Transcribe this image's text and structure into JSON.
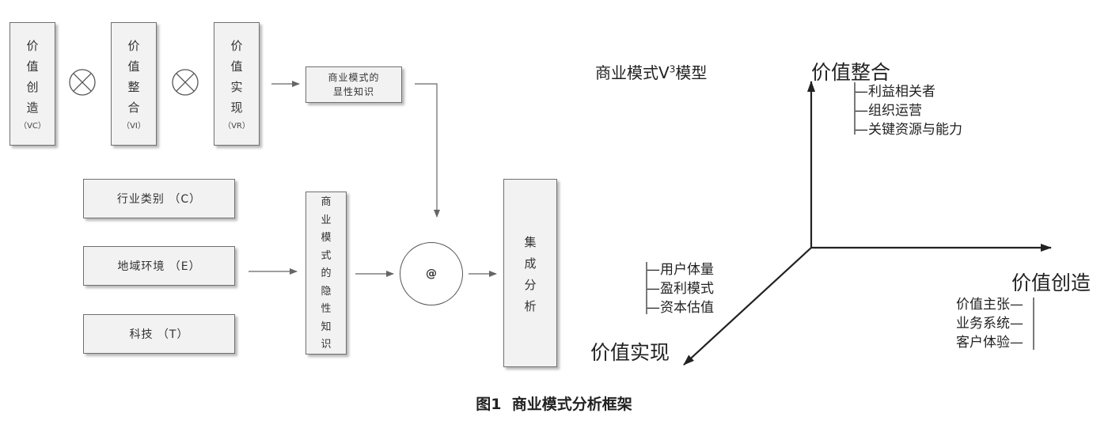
{
  "left_diagram": {
    "value_creation": {
      "chars": [
        "价",
        "值",
        "创",
        "造"
      ],
      "code": "（VC）"
    },
    "value_integration": {
      "chars": [
        "价",
        "值",
        "整",
        "合"
      ],
      "code": "（VI）"
    },
    "value_realization": {
      "chars": [
        "价",
        "值",
        "实",
        "现"
      ],
      "code": "（VR）"
    },
    "explicit_knowledge": {
      "line1": "商业模式的",
      "line2": "显性知识"
    },
    "industry": "行业类别 （C）",
    "region": "地域环境 （E）",
    "tech": "科技 （T）",
    "implicit_knowledge": {
      "chars": [
        "商",
        "业",
        "模",
        "式",
        "的",
        "隐",
        "性",
        "知",
        "识"
      ]
    },
    "at_symbol": "@",
    "integrated_analysis": {
      "chars": [
        "集",
        "成",
        "分",
        "析"
      ]
    }
  },
  "right_diagram": {
    "model_title_prefix": "商业模式V",
    "model_title_sup": "3",
    "model_title_suffix": "模型",
    "axis_integration": {
      "title": "价值整合",
      "items": [
        "—利益相关者",
        "—组织运营",
        "—关键资源与能力"
      ]
    },
    "axis_creation": {
      "title": "价值创造",
      "items": [
        "价值主张—",
        "业务系统—",
        "客户体验—"
      ]
    },
    "axis_realization": {
      "title": "价值实现",
      "items": [
        "—用户体量",
        "—盈利模式",
        "—资本估值"
      ]
    }
  },
  "caption": "图1  商业模式分析框架"
}
